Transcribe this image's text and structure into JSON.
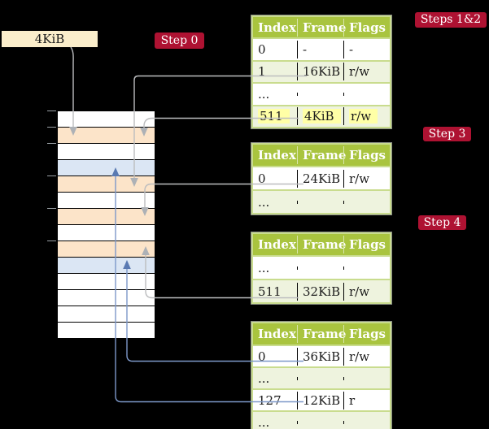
{
  "diagram_title": "recursive-page-table-walk",
  "frame_label": "4KiB",
  "badges": [
    {
      "id": "step0",
      "label": "Step 0"
    },
    {
      "id": "steps12",
      "label": "Steps 1&2"
    },
    {
      "id": "step3",
      "label": "Step 3"
    },
    {
      "id": "step4",
      "label": "Step 4"
    }
  ],
  "colors": {
    "background": "#000000",
    "badge_red": "#ae1232",
    "table_header_green": "#a9c43f",
    "table_row_green": "#eef3de",
    "table_border_green": "#c9dc8e",
    "page_table_frame": "#fce4c9",
    "mapped_frame": "#dbe6f4",
    "frame_label_box": "#fbeecb",
    "highlight_yellow": "#ffffa6",
    "gray_connector": "#bcbdbf",
    "blue_connector": "#7d98c9"
  },
  "memory_column": {
    "rows": [
      {
        "cls": "mem-row"
      },
      {
        "cls": "mem-row pagetable"
      },
      {
        "cls": "mem-row"
      },
      {
        "cls": "mem-row mapped"
      },
      {
        "cls": "mem-row pagetable"
      },
      {
        "cls": "mem-row"
      },
      {
        "cls": "mem-row pagetable"
      },
      {
        "cls": "mem-row"
      },
      {
        "cls": "mem-row pagetable"
      },
      {
        "cls": "mem-row mapped"
      },
      {
        "cls": "mem-row"
      },
      {
        "cls": "mem-row"
      },
      {
        "cls": "mem-row"
      },
      {
        "cls": "mem-row"
      }
    ]
  },
  "tables": [
    {
      "name": "table-steps-1-2",
      "headers": [
        "Index",
        "Frame",
        "Flags"
      ],
      "rows": [
        {
          "index": "0",
          "frame": "-",
          "flags": "-"
        },
        {
          "index": "1",
          "frame": "16KiB",
          "flags": "r/w"
        },
        {
          "index": "...",
          "frame": "",
          "flags": ""
        },
        {
          "index": "511",
          "frame": "4KiB",
          "flags": "r/w",
          "highlighted": true
        }
      ]
    },
    {
      "name": "table-step-3",
      "headers": [
        "Index",
        "Frame",
        "Flags"
      ],
      "rows": [
        {
          "index": "0",
          "frame": "24KiB",
          "flags": "r/w"
        },
        {
          "index": "...",
          "frame": "",
          "flags": ""
        }
      ]
    },
    {
      "name": "table-step-4-upper",
      "headers": [
        "Index",
        "Frame",
        "Flags"
      ],
      "rows": [
        {
          "index": "...",
          "frame": "",
          "flags": ""
        },
        {
          "index": "511",
          "frame": "32KiB",
          "flags": "r/w"
        }
      ]
    },
    {
      "name": "table-step-4-lower",
      "headers": [
        "Index",
        "Frame",
        "Flags"
      ],
      "rows": [
        {
          "index": "0",
          "frame": "36KiB",
          "flags": "r/w"
        },
        {
          "index": "...",
          "frame": "",
          "flags": ""
        },
        {
          "index": "127",
          "frame": "12KiB",
          "flags": "r"
        },
        {
          "index": "...",
          "frame": "",
          "flags": ""
        }
      ]
    }
  ],
  "connectors": [
    {
      "id": "cr3-arrow",
      "from": "4KiB label",
      "to": "frame 4KiB",
      "color": "gray"
    },
    {
      "id": "l4-entry1-arrow",
      "from": "entry 1 / 16KiB",
      "to": "frame 16KiB",
      "color": "gray"
    },
    {
      "id": "l4-entry511-recursive",
      "from": "entry 511 / 4KiB",
      "to": "frame 4KiB",
      "color": "gray"
    },
    {
      "id": "l3-entry0-arrow",
      "from": "entry 0 / 24KiB",
      "to": "frame 24KiB",
      "color": "gray"
    },
    {
      "id": "l2-entry511-arrow",
      "from": "entry 511 / 32KiB",
      "to": "frame 32KiB",
      "color": "gray"
    },
    {
      "id": "l1-entry0-arrow",
      "from": "entry 0 / 36KiB",
      "to": "frame 36KiB",
      "color": "blue"
    },
    {
      "id": "l1-entry127-arrow",
      "from": "entry 127 / 12KiB",
      "to": "frame 12KiB",
      "color": "blue"
    }
  ]
}
